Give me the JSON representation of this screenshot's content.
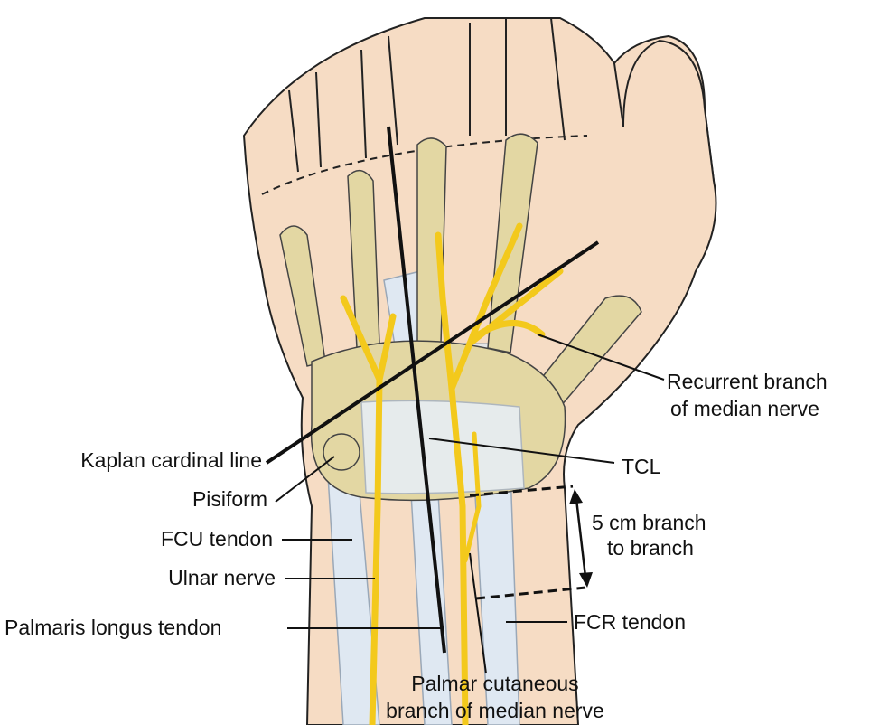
{
  "labels": {
    "recurrent_1": "Recurrent branch",
    "recurrent_2": "of median nerve",
    "kaplan": "Kaplan cardinal line",
    "tcl": "TCL",
    "pisiform": "Pisiform",
    "distance_1": "5 cm branch",
    "distance_2": "to branch",
    "fcu": "FCU tendon",
    "ulnar": "Ulnar nerve",
    "fcr": "FCR tendon",
    "palmaris": "Palmaris longus tendon",
    "palmar_cut_1": "Palmar cutaneous",
    "palmar_cut_2": "branch of median nerve"
  },
  "colors": {
    "skin": "#f6dcc4",
    "bone": "#e3d7a3",
    "nerve": "#f3c91c",
    "tendon": "#dfe8f2",
    "line": "#111111"
  }
}
